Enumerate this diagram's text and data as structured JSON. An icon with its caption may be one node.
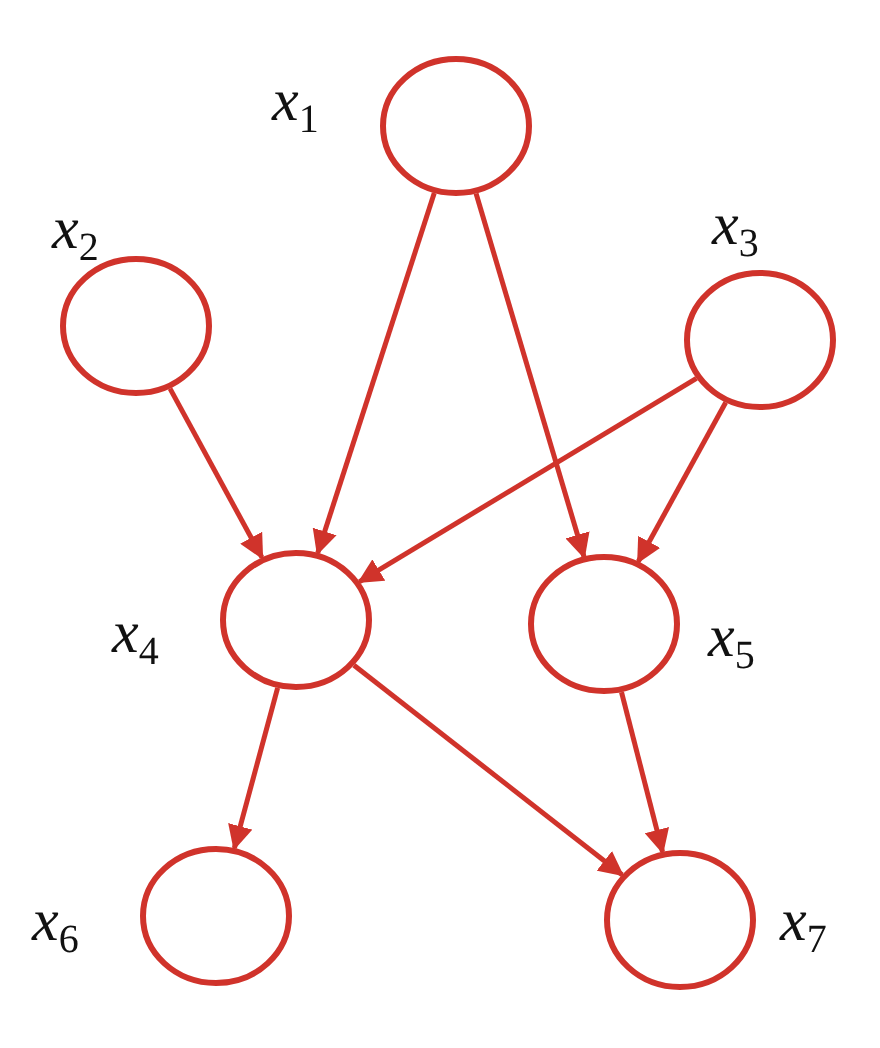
{
  "diagram": {
    "nodes": [
      {
        "text": [],
        "shape": "circle",
        "beside": [
          "*x*$_{1}$"
        ]
      },
      {
        "text": [],
        "shape": "circle",
        "beside": [
          "*x*$_{2}$"
        ]
      },
      {
        "text": [],
        "shape": "circle",
        "beside": [
          "*x*$_{3}$"
        ]
      },
      {
        "text": [],
        "shape": "circle",
        "beside": [
          "*x*$_{4}$"
        ]
      },
      {
        "text": [],
        "shape": "circle",
        "beside": [
          "*x*$_{5}$"
        ]
      },
      {
        "text": [],
        "shape": "circle",
        "beside": [
          "*x*$_{6}$"
        ]
      },
      {
        "text": [],
        "shape": "circle",
        "beside": [
          "*x*$_{7}$"
        ]
      }
    ],
    "edges": [
      {
        "from": 0,
        "to": 3,
        "arrow": "to"
      },
      {
        "from": 0,
        "to": 4,
        "arrow": "to"
      },
      {
        "from": 1,
        "to": 3,
        "arrow": "to"
      },
      {
        "from": 2,
        "to": 3,
        "arrow": "to"
      },
      {
        "from": 2,
        "to": 4,
        "arrow": "to"
      },
      {
        "from": 3,
        "to": 5,
        "arrow": "to"
      },
      {
        "from": 3,
        "to": 6,
        "arrow": "to"
      },
      {
        "from": 4,
        "to": 6,
        "arrow": "to"
      }
    ]
  }
}
